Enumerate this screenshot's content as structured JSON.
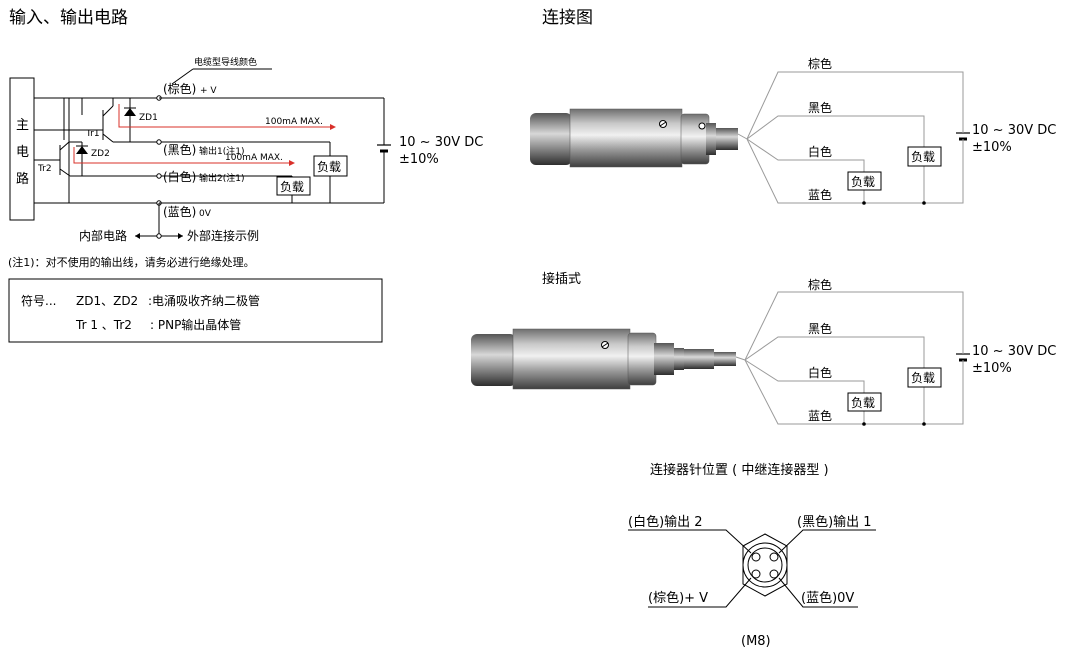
{
  "left": {
    "title": "输入、输出电路",
    "main_circuit": [
      "主",
      "电",
      "路"
    ],
    "cable_note": "电缆型导线颜色",
    "brown_label": "(棕色)",
    "plus_v": "+ V",
    "black_label": "(黑色)",
    "out1_label": "输出1(注1)",
    "white_label": "(白色)",
    "out2_label": "输出2(注1)",
    "blue_label": "(蓝色)",
    "zero_v": "0V",
    "zd1": "ZD1",
    "zd2": "ZD2",
    "tr1": "Tr1",
    "tr2": "Tr2",
    "max1": "100mA MAX.",
    "max2": "100mA MAX.",
    "load1": "负载",
    "load2": "负载",
    "supply_v": "10 ~ 30V DC",
    "supply_tol": "±10%",
    "internal": "内部电路",
    "external": "外部连接示例",
    "note1": "(注1)：对不使用的输出线，请务必进行绝缘处理。",
    "legend": {
      "sym_label": "符号...",
      "zd_names": "ZD1、ZD2",
      "zd_desc": ":电涌吸收齐纳二极管",
      "tr_names": "Tr 1 、Tr2",
      "tr_desc": ": PNP输出晶体管"
    }
  },
  "right": {
    "title": "连接图",
    "diagram1": {
      "wires": [
        "棕色",
        "黑色",
        "白色",
        "蓝色"
      ],
      "load1": "负载",
      "load2": "负载",
      "supply_v": "10 ~ 30V DC",
      "supply_tol": "±10%"
    },
    "plug_title": "接插式",
    "diagram2": {
      "wires": [
        "棕色",
        "黑色",
        "白色",
        "蓝色"
      ],
      "load1": "负载",
      "load2": "负载",
      "supply_v": "10 ~ 30V DC",
      "supply_tol": "±10%"
    },
    "pin_title": "连接器针位置 ( 中继连接器型 )",
    "pins": {
      "white_out2": "(白色)输出 2",
      "black_out1": "(黑色)输出 1",
      "brown_v": "(棕色)+ V",
      "blue_0v": "(蓝色)0V"
    },
    "model": "(M8)"
  },
  "colors": {
    "wire_red": "#d9302a",
    "body_gray": "#8a8a8a"
  }
}
